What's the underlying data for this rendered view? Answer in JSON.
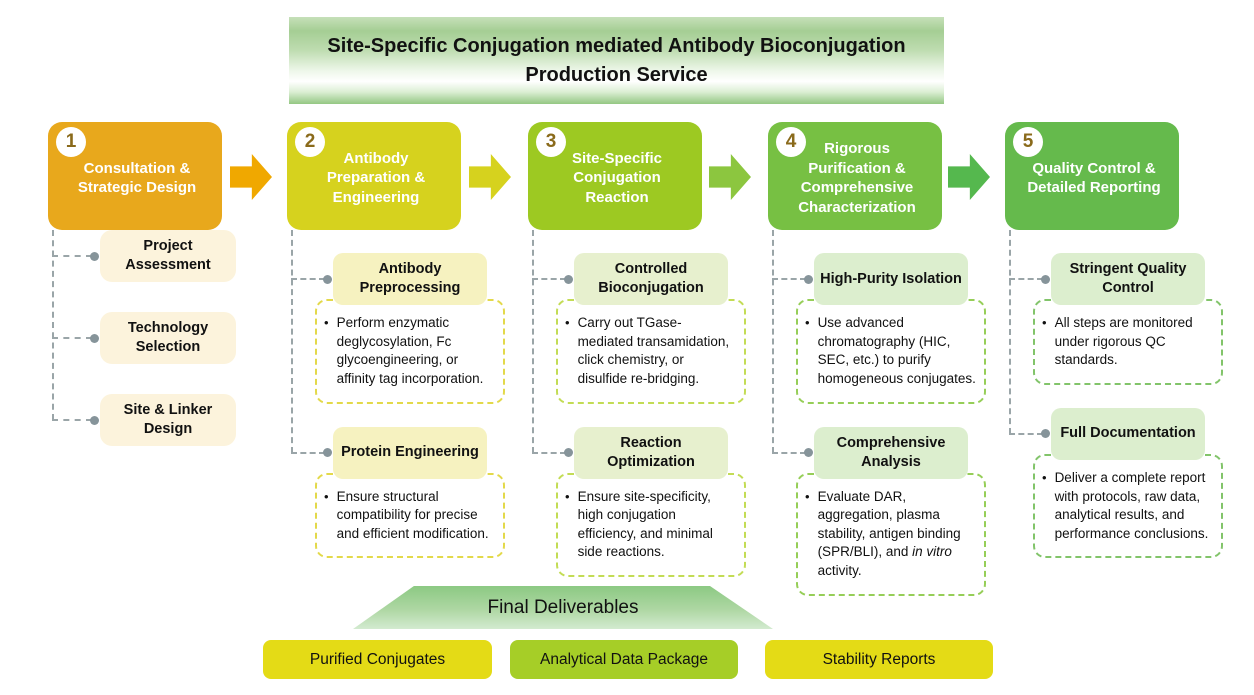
{
  "title": "Site-Specific Conjugation mediated Antibody Bioconjugation Production Service",
  "steps": [
    {
      "number": "1",
      "title": "Consultation & Strategic Design",
      "color": "#E8A81C",
      "label_bg": "#FCF3DC",
      "items": [
        {
          "label": "Project Assessment"
        },
        {
          "label": "Technology Selection"
        },
        {
          "label": "Site & Linker Design"
        }
      ]
    },
    {
      "number": "2",
      "title": "Antibody Preparation & Engineering",
      "color": "#D6D21E",
      "label_bg": "#F6F2C0",
      "bullet_border": "#E3D94A",
      "items": [
        {
          "label": "Antibody Preprocessing",
          "bullet": "Perform enzymatic deglycosylation, Fc glycoengineering, or affinity tag incorporation."
        },
        {
          "label": "Protein Engineering",
          "bullet": "Ensure structural compatibility for precise and efficient modification."
        }
      ]
    },
    {
      "number": "3",
      "title": "Site-Specific Conjugation Reaction",
      "color": "#9DC922",
      "label_bg": "#E7F0CE",
      "bullet_border": "#C3DC55",
      "items": [
        {
          "label": "Controlled Bioconjugation",
          "bullet": "Carry out TGase-mediated transamidation, click chemistry, or disulfide re-bridging."
        },
        {
          "label": "Reaction Optimization",
          "bullet": "Ensure site-specificity, high conjugation efficiency, and minimal side reactions."
        }
      ]
    },
    {
      "number": "4",
      "title": "Rigorous Purification & Comprehensive Characterization",
      "color": "#77C043",
      "label_bg": "#DCEECE",
      "bullet_border": "#96CE58",
      "items": [
        {
          "label": "High-Purity Isolation",
          "bullet": "Use advanced chromatography (HIC, SEC, etc.) to purify homogeneous conjugates."
        },
        {
          "label": "Comprehensive Analysis",
          "bullet_pre": "Evaluate DAR, aggregation, plasma stability, antigen binding (SPR/BLI), and ",
          "bullet_italic": "in vitro",
          "bullet_post": " activity."
        }
      ]
    },
    {
      "number": "5",
      "title": "Quality Control & Detailed Reporting",
      "color": "#65BA4C",
      "label_bg": "#DCEECE",
      "bullet_border": "#82C46A",
      "items": [
        {
          "label": "Stringent Quality Control",
          "bullet": "All steps are monitored under rigorous QC standards."
        },
        {
          "label": "Full Documentation",
          "bullet": "Deliver a complete report with protocols, raw data, analytical results, and performance conclusions."
        }
      ]
    }
  ],
  "arrows": [
    {
      "color": "#F0A800"
    },
    {
      "color": "#D6D21E"
    },
    {
      "color": "#8CC63F"
    },
    {
      "color": "#55B84E"
    }
  ],
  "deliverables": {
    "title": "Final Deliverables",
    "items": [
      {
        "label": "Purified Conjugates",
        "color": "#E4DB16"
      },
      {
        "label": "Analytical Data Package",
        "color": "#A6CE27"
      },
      {
        "label": "Stability Reports",
        "color": "#E4DB16"
      }
    ]
  }
}
